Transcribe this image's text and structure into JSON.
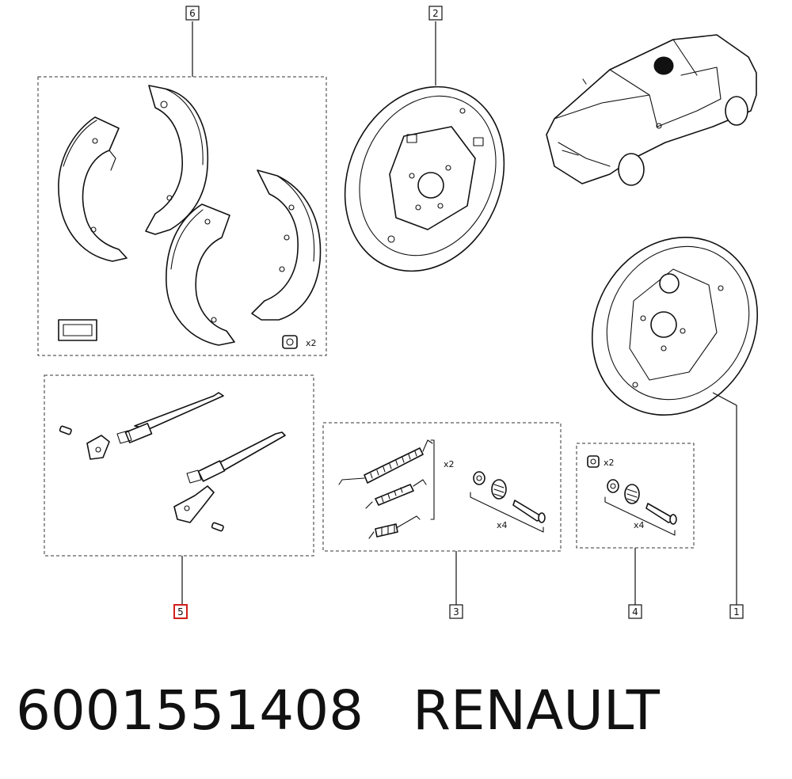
{
  "callouts": [
    {
      "id": "1",
      "label": "1"
    },
    {
      "id": "2",
      "label": "2"
    },
    {
      "id": "3",
      "label": "3"
    },
    {
      "id": "4",
      "label": "4"
    },
    {
      "id": "5",
      "label": "5",
      "highlighted": true
    },
    {
      "id": "6",
      "label": "6"
    }
  ],
  "quantities": {
    "shoe_nut": "x2",
    "springs": "x2",
    "kit3_pins": "x4",
    "kit4_nut": "x2",
    "kit4_pins": "x4"
  },
  "caption": {
    "part_number": "6001551408",
    "brand": "RENAULT"
  },
  "colors": {
    "line": "#111111",
    "highlight": "#d0201c",
    "background": "#ffffff"
  }
}
